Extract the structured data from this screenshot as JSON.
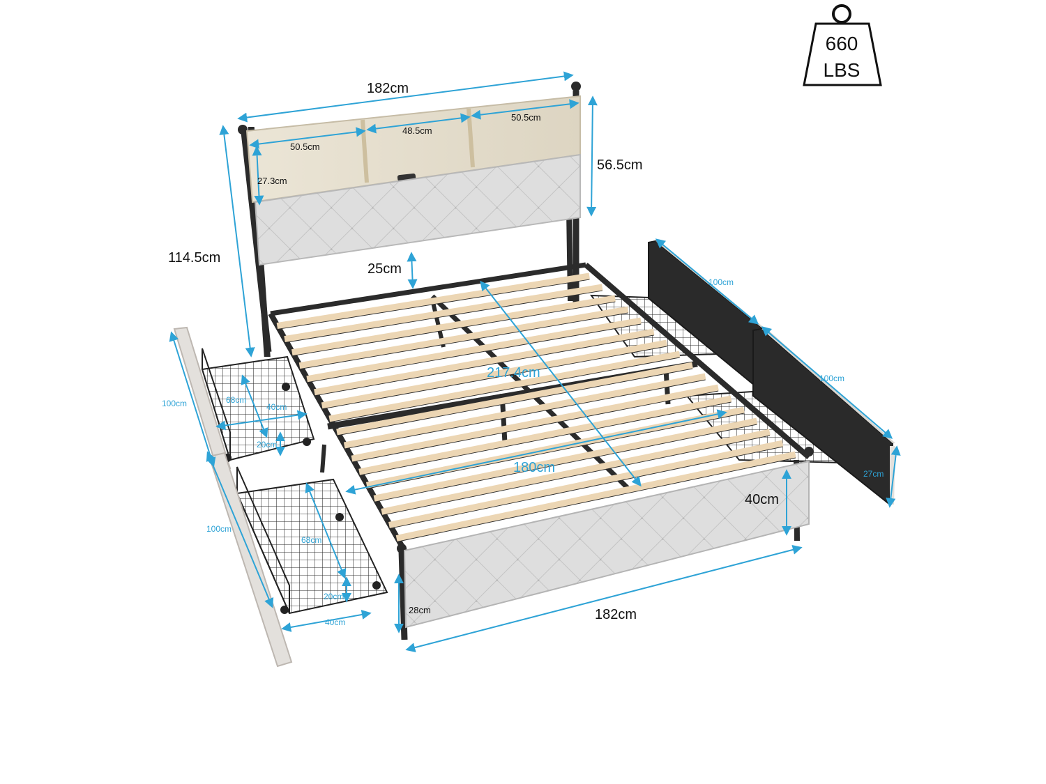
{
  "weight_badge": {
    "line1": "660",
    "line2": "LBS"
  },
  "dimensions": {
    "headboard_width": "182cm",
    "shelf_left": "50.5cm",
    "shelf_center": "48.5cm",
    "shelf_right": "50.5cm",
    "shelf_height": "27.3cm",
    "headboard_panel_height": "56.5cm",
    "total_height": "114.5cm",
    "clearance": "25cm",
    "length": "217.4cm",
    "inner_width": "180cm",
    "footboard_height": "40cm",
    "footboard_width": "182cm",
    "footboard_panel": "28cm",
    "drawer_left_back_face": "100cm",
    "drawer_left_back_depth": "68cm",
    "drawer_left_back_width": "40cm",
    "drawer_left_back_height": "20cm",
    "drawer_left_front_face": "100cm",
    "drawer_left_front_depth": "68cm",
    "drawer_left_front_height": "20cm",
    "drawer_left_front_width": "40cm",
    "drawer_right_back_face": "100cm",
    "drawer_right_front_face": "100cm",
    "drawer_right_front_height": "27cm"
  },
  "colors": {
    "dimension_line": "#2ea3d6",
    "frame": "#2b2b2b",
    "slat": "#ecd6b4",
    "upholstery": "#dcdcdc",
    "shelf_wood": "#e6dfcf"
  }
}
